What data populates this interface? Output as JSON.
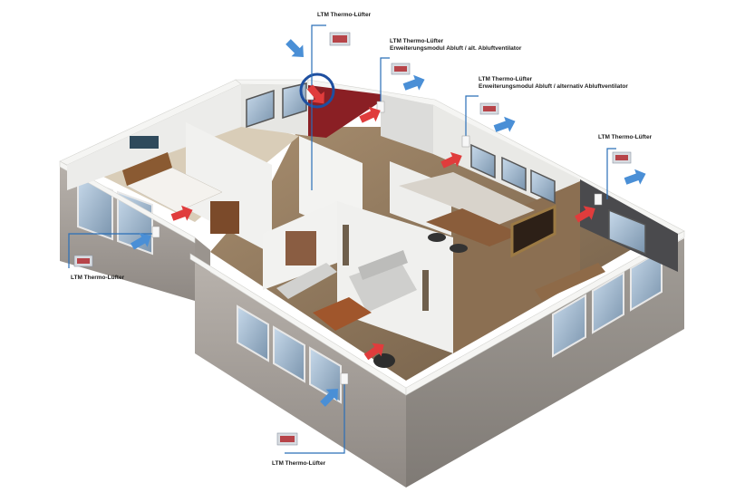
{
  "labels": {
    "top_center": {
      "title": "LTM Thermo-Lüfter"
    },
    "upper_center": {
      "title": "LTM Thermo-Lüfter",
      "subtitle": "Erweiterungsmodul Abluft / alt. Abluftventilator"
    },
    "upper_right": {
      "title": "LTM Thermo-Lüfter",
      "subtitle": "Erweiterungsmodul Abluft / alternativ Abluftventilator"
    },
    "far_right": {
      "title": "LTM Thermo-Lüfter"
    },
    "left": {
      "title": "LTM Thermo-Lüfter"
    },
    "bottom": {
      "title": "LTM Thermo-Lüfter"
    }
  },
  "colors": {
    "callout_line": "#2a6fb8",
    "intake_arrow": "#4a8fd6",
    "supply_arrow": "#e03c3c",
    "highlight_circle": "#1e4fa0",
    "accent_wall": "#8a1f24",
    "dark_wall": "#4a4a4d",
    "brown_wall": "#8b6f52"
  },
  "icons": [
    "device-icon",
    "intake-arrow-icon",
    "supply-arrow-icon"
  ]
}
